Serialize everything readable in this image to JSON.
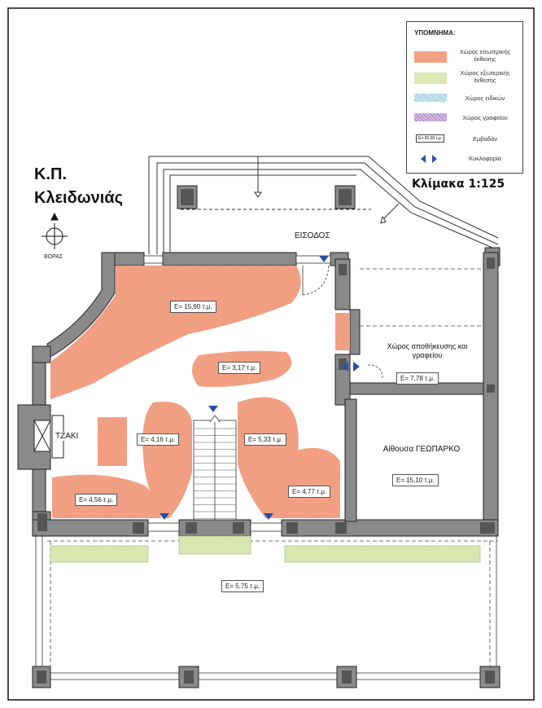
{
  "title": {
    "line1": "Κ.Π.",
    "line2": "Κλειδωνιάς"
  },
  "north": {
    "label": "ΒΟΡΑΣ"
  },
  "scale": "Κλίμακα 1:125",
  "entrance_label": "ΕΙΣΟΔΟΣ",
  "fireplace_label": "ΤΖΑΚΙ",
  "legend": {
    "title": "ΥΠΟΜΝΗΜΑ:",
    "items": [
      {
        "label": "Χώρος εσωτερικής έκθεσης",
        "color": "#f2a184"
      },
      {
        "label": "Χώρος εξωτερικής έκθεσης",
        "color": "#dbe8b4"
      },
      {
        "label": "Χώρος ειδικών",
        "color": "#b8dcea"
      },
      {
        "label": "Χώρος γραφείου",
        "color": "#c6a6d6"
      },
      {
        "label": "Εμβαδόν",
        "sample": "Ε= 00,00 τ.μ."
      },
      {
        "label": "Κυκλοφορία"
      }
    ]
  },
  "rooms": {
    "storage": "Χώρος αποθήκευσης και γραφείου",
    "geopark": "Αίθουσα ΓΕΩΠΑΡΚΟ"
  },
  "areas": {
    "a1": "Ε= 15,90 τ.μ.",
    "a2": "Ε= 3,17 τ.μ.",
    "a3": "Ε= 4,16 τ.μ.",
    "a4": "Ε= 5,33 τ.μ.",
    "a5": "Ε= 4,56 τ.μ.",
    "a6": "Ε= 4,77 τ.μ.",
    "a7": "Ε= 7,78 τ.μ.",
    "a8": "Ε= 15,10 τ.μ.",
    "a9": "Ε= 5,75 τ.μ."
  },
  "colors": {
    "exhibit_inside": "#f2a184",
    "exhibit_outside": "#dbe8b4",
    "wall": "#8a8a8a",
    "arrow": "#2a4fa8"
  }
}
